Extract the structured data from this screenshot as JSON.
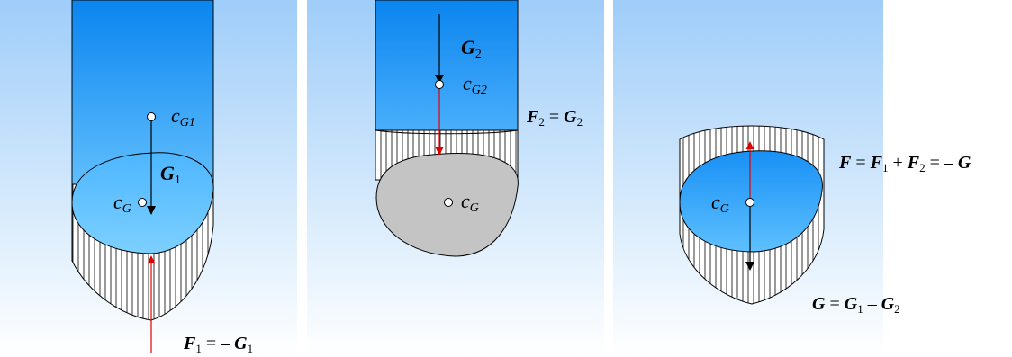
{
  "panel1": {
    "cG1": {
      "main": "c",
      "sub": "G1"
    },
    "cG": {
      "main": "c",
      "sub": "G"
    },
    "G1": {
      "main": "G",
      "sub": "1"
    },
    "F1": {
      "lhs": "F",
      "lhs_sub": "1",
      "eq": " = – ",
      "rhs": "G",
      "rhs_sub": "1"
    }
  },
  "panel2": {
    "G2": {
      "main": "G",
      "sub": "2"
    },
    "cG2": {
      "main": "c",
      "sub": "G2"
    },
    "cG": {
      "main": "c",
      "sub": "G"
    },
    "F2": {
      "lhs": "F",
      "lhs_sub": "2",
      "eq": " = ",
      "rhs": "G",
      "rhs_sub": "2"
    }
  },
  "panel3": {
    "cG": {
      "main": "c",
      "sub": "G"
    },
    "F": {
      "t1": "F",
      "t2": " = ",
      "t3": "F",
      "t3_sub": "1",
      "t4": " + ",
      "t5": "F",
      "t5_sub": "2",
      "t6": " = – ",
      "t7": "G"
    },
    "G": {
      "t1": "G",
      "t2": " = ",
      "t3": "G",
      "t3_sub": "1",
      "t4": " – ",
      "t5": "G",
      "t5_sub": "2"
    }
  },
  "colors": {
    "fluid_top": "#0a8af0",
    "fluid_bottom": "#78ccff",
    "bg_top": "#9fcdf9",
    "grey_surface": "#c4c4c4",
    "arrow_red": "#e00000",
    "arrow_black": "#000000"
  }
}
